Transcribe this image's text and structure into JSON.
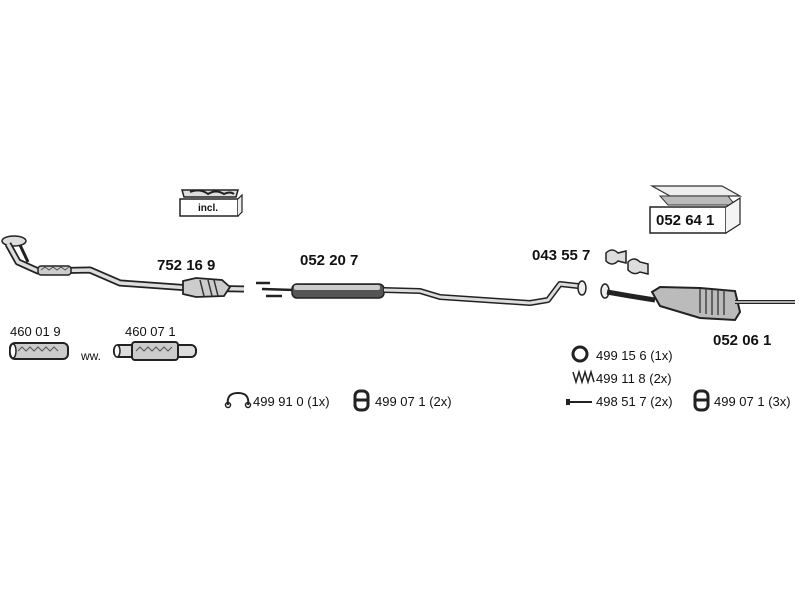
{
  "parts": {
    "kit_incl": "incl.",
    "front_pipe": "752 16 9",
    "middle_silencer": "052 20 7",
    "clamp_kit": "043 55 7",
    "mounting_kit": "052 64 1",
    "rear_silencer": "052 06 1",
    "flex_pipe_1": "460 01 9",
    "flex_pipe_2": "460 07 1",
    "flex_separator": "ww."
  },
  "accessories": [
    {
      "number": "499 91 0 (1x)",
      "icon": "clamp-icon"
    },
    {
      "number": "499 07 1 (2x)",
      "icon": "rubber-hanger-icon"
    },
    {
      "number": "499 15 6  (1x)",
      "icon": "gasket-ring-icon"
    },
    {
      "number": "499 11 8  (2x)",
      "icon": "spring-icon"
    },
    {
      "number": "498 51 7  (2x)",
      "icon": "bolt-icon"
    },
    {
      "number": "499 07 1 (3x)",
      "icon": "rubber-hanger-icon"
    }
  ]
}
